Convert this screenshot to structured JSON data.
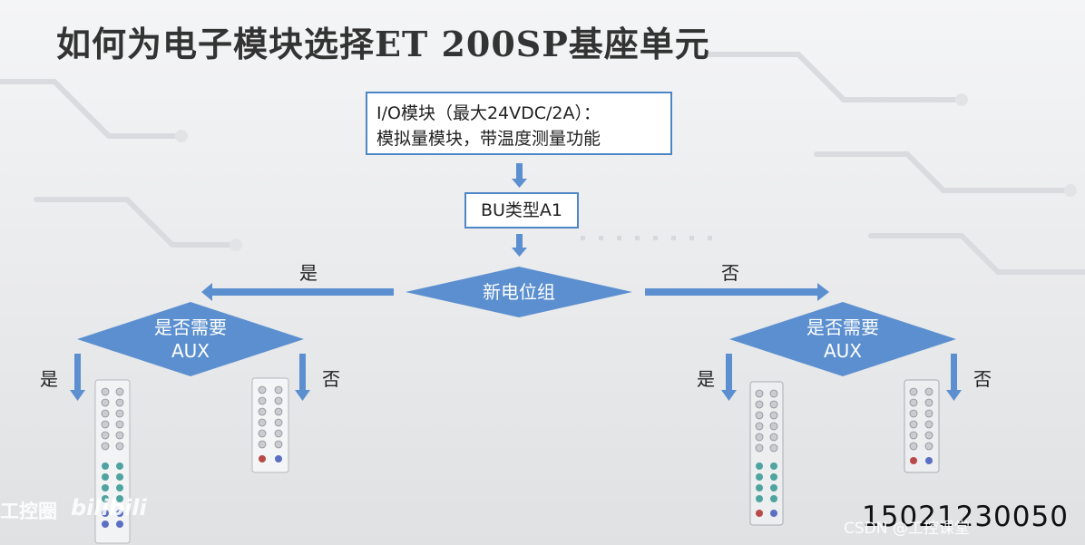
{
  "title": "如何为电子模块选择ET 200SP基座单元",
  "top_box": {
    "line1": "I/O模块（最大24VDC/2A）：",
    "line2": "模拟量模块，带温度测量功能"
  },
  "bu_box": "BU类型A1",
  "diamond_center": "新电位组",
  "left_branch": {
    "label": "是",
    "decision_line1": "是否需要",
    "decision_line2": "AUX",
    "yes": "是",
    "no": "否"
  },
  "right_branch": {
    "label": "否",
    "decision_line1": "是否需要",
    "decision_line2": "AUX",
    "yes": "是",
    "no": "否"
  },
  "colors": {
    "box_border": "#4f86c6",
    "diamond_fill": "#5b8fcf",
    "arrow": "#5b8fcf"
  },
  "watermark_channel": "工控圈",
  "watermark_site": "bilibili",
  "phone": "15021230050",
  "watermark_csdn": "CSDN @工控课堂"
}
